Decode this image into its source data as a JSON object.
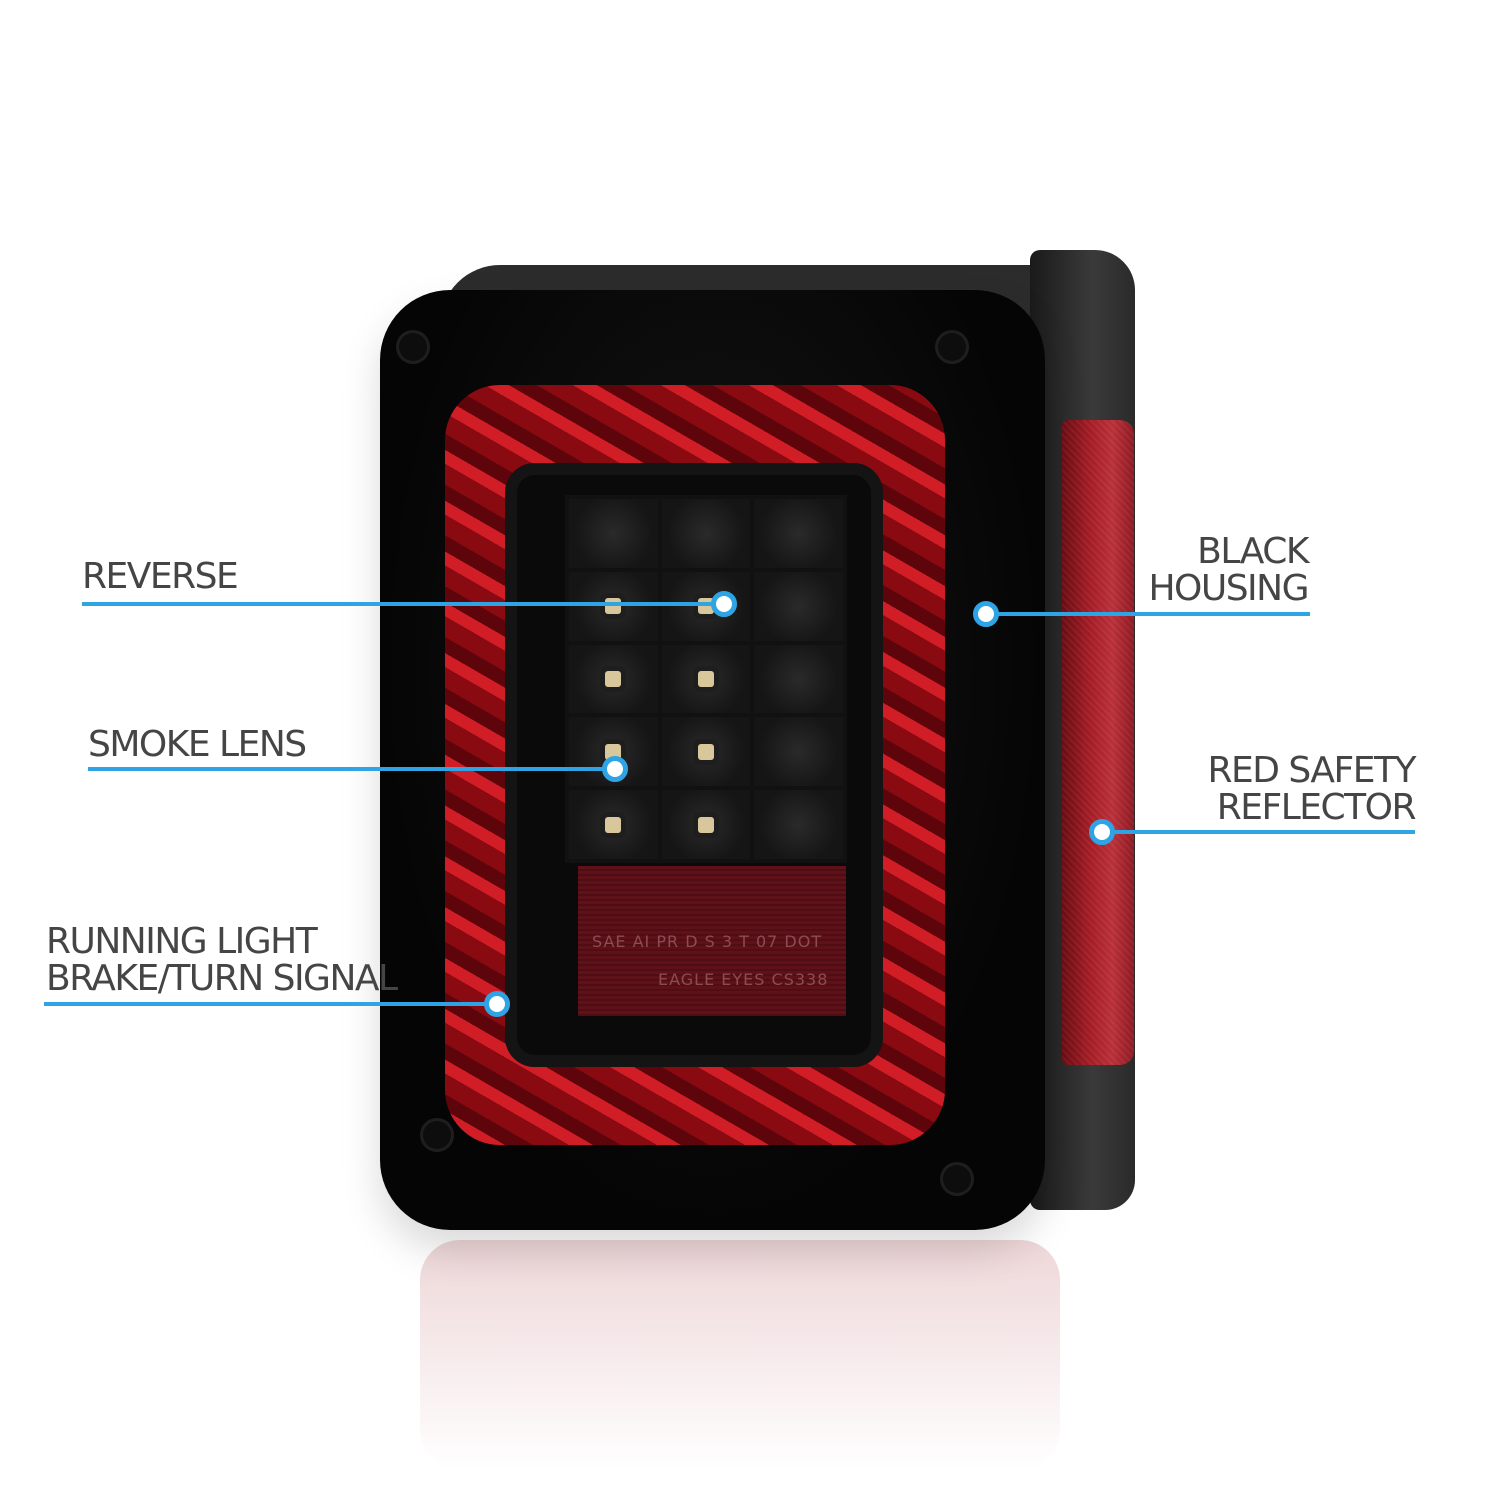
{
  "callouts": {
    "reverse": "REVERSE",
    "smoke_lens": "SMOKE LENS",
    "running_light_line1": "RUNNING LIGHT",
    "running_light_line2": "BRAKE/TURN SIGNAL",
    "black_housing_line1": "BLACK",
    "black_housing_line2": "HOUSING",
    "red_reflector_line1": "RED SAFETY",
    "red_reflector_line2": "REFLECTOR"
  },
  "lens_markings": {
    "line1": "SAE AI PR D S 3 T 07 DOT",
    "line2": "EAGLE EYES CS338"
  },
  "colors": {
    "accent": "#2ea4e5",
    "label_text": "#454545"
  }
}
